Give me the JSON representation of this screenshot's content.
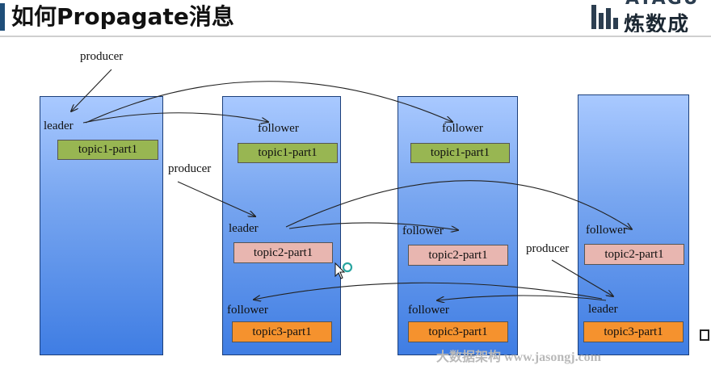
{
  "slide": {
    "title": "如何Propagate消息",
    "logo_top": "ATAGU",
    "logo_text": "炼数成"
  },
  "labels": {
    "producer_1": "producer",
    "leader_1": "leader",
    "follower_b2_t1": "follower",
    "follower_b3_t1": "follower",
    "producer_2": "producer",
    "leader_2": "leader",
    "follower_b3_t2": "follower",
    "follower_b4_t2": "follower",
    "producer_3": "producer",
    "follower_b2_t3": "follower",
    "follower_b3_t3": "follower",
    "leader_3": "leader"
  },
  "partitions": {
    "b1_topic1": "topic1-part1",
    "b2_topic1": "topic1-part1",
    "b3_topic1": "topic1-part1",
    "b2_topic2": "topic2-part1",
    "b3_topic2": "topic2-part1",
    "b4_topic2": "topic2-part1",
    "b2_topic3": "topic3-part1",
    "b3_topic3": "topic3-part1",
    "b4_topic3": "topic3-part1"
  },
  "colors": {
    "topic1": "#98b652",
    "topic2": "#e8b6b0",
    "topic3": "#f5922e"
  },
  "watermark": "大数据架构 www.jasongj.com"
}
